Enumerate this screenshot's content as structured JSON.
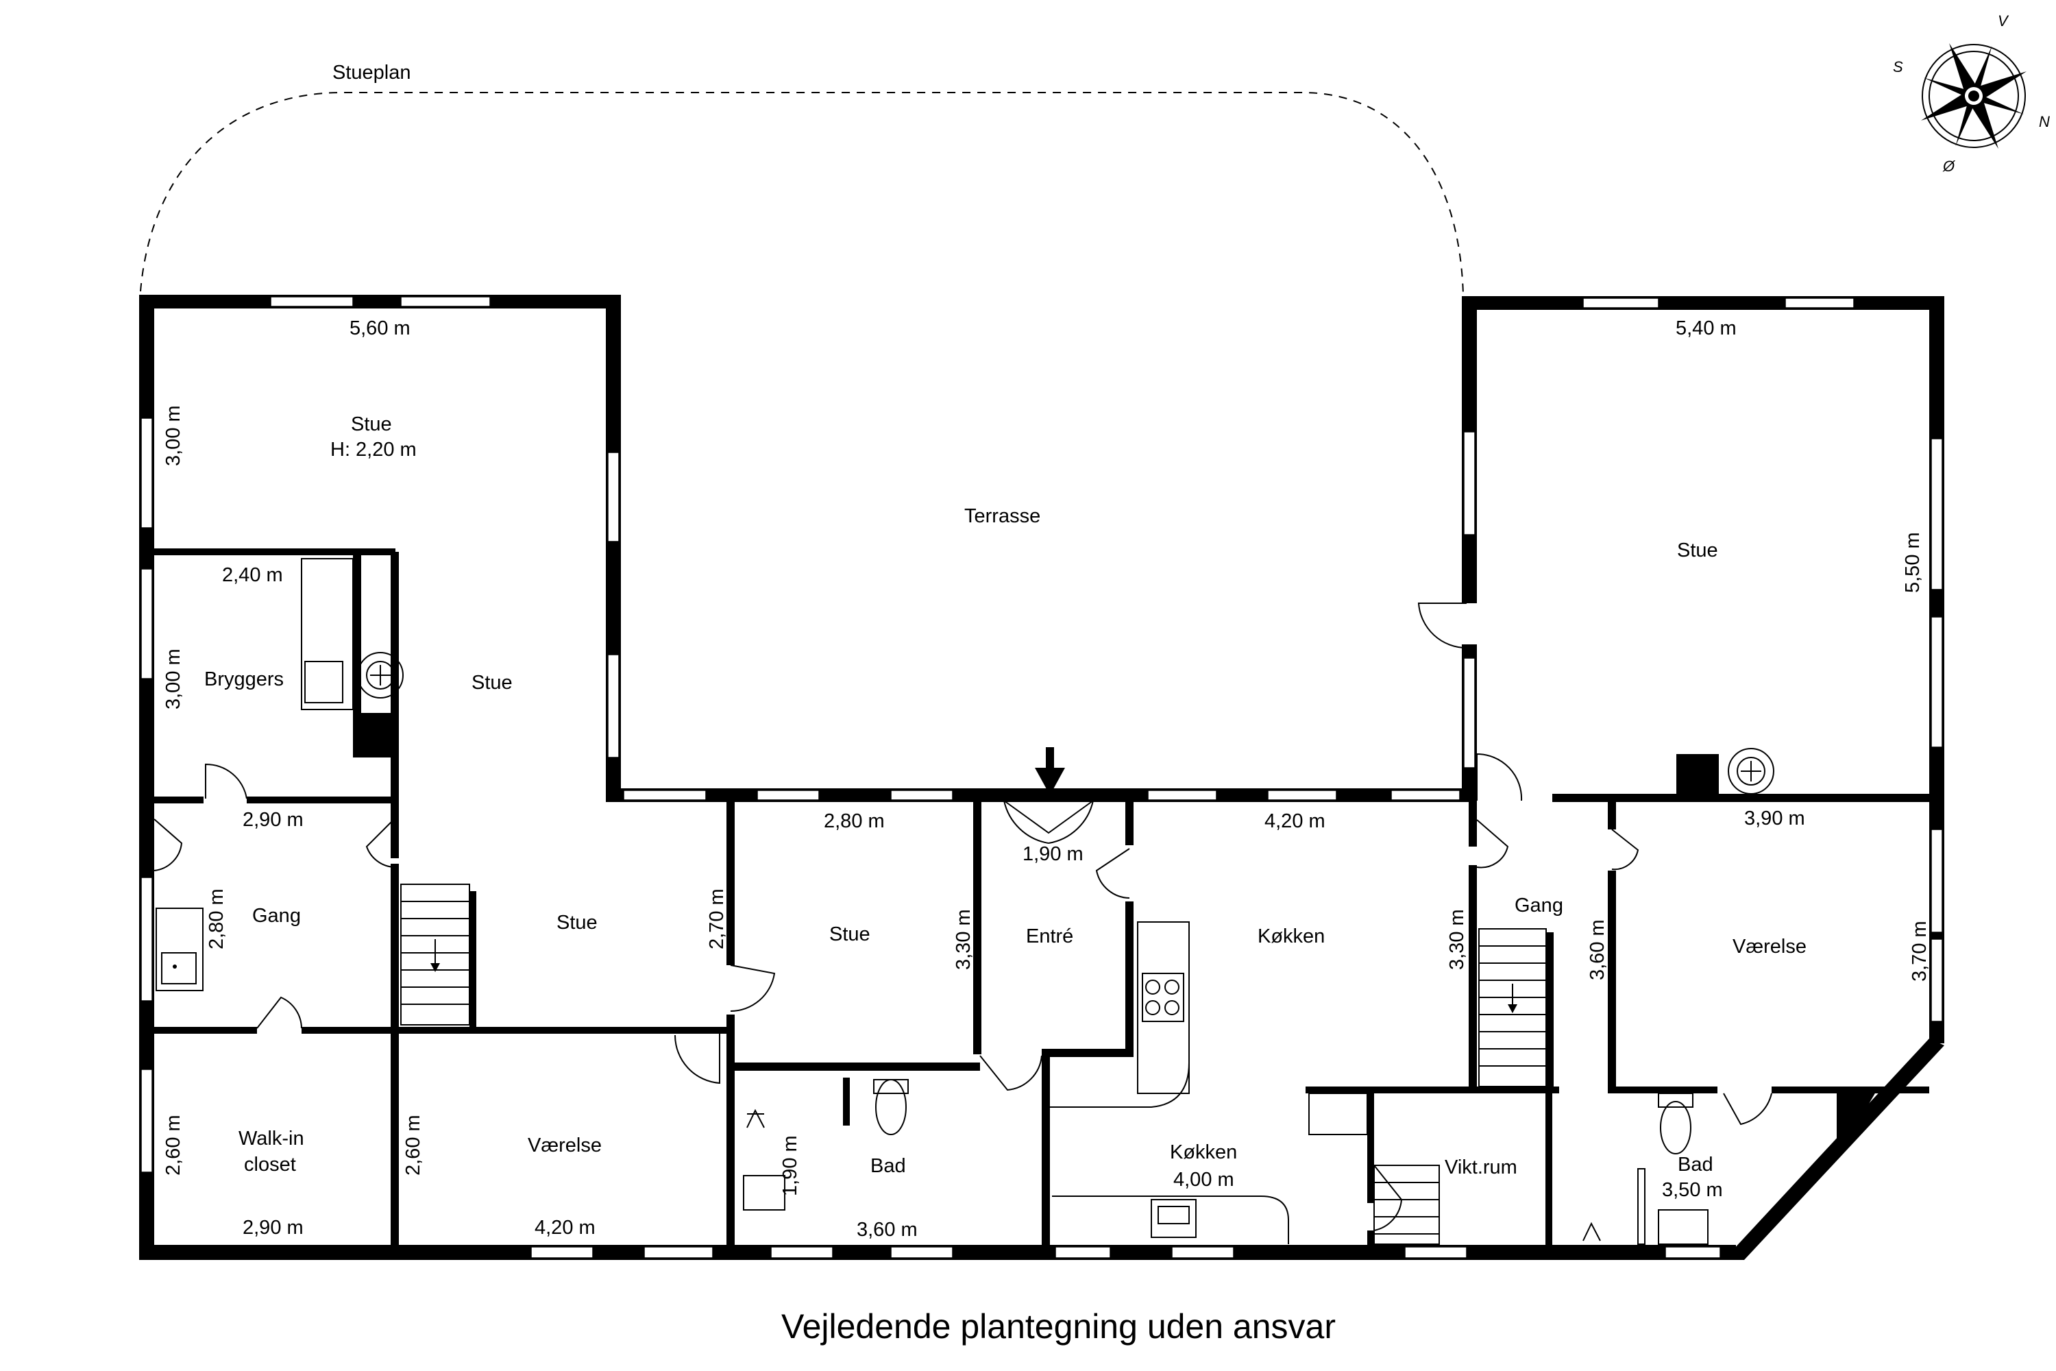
{
  "plan": {
    "floor_label": "Stueplan",
    "disclaimer": "Vejledende plantegning uden ansvar",
    "compass": {
      "S": "S",
      "V": "V",
      "N": "N",
      "O": "Ø"
    },
    "rooms": {
      "stue_top_left": "Stue",
      "stue_top_left_height": "H: 2,20 m",
      "terrasse": "Terrasse",
      "stue_right": "Stue",
      "bryggers": "Bryggers",
      "stue_mid": "Stue",
      "gang_left": "Gang",
      "stue_lower": "Stue",
      "stue_center": "Stue",
      "entre": "Entré",
      "kokken_upper": "Køkken",
      "gang_right": "Gang",
      "vaerelse_right": "Værelse",
      "walkin_line1": "Walk-in",
      "walkin_line2": "closet",
      "vaerelse_left": "Værelse",
      "bad_left": "Bad",
      "kokken_lower": "Køkken",
      "viktrum": "Vikt.rum",
      "bad_right": "Bad"
    },
    "dims": {
      "d560": "5,60 m",
      "d300a": "3,00 m",
      "d240": "2,40 m",
      "d300b": "3,00 m",
      "d290a": "2,90 m",
      "d280v": "2,80 m",
      "d270": "2,70 m",
      "d280": "2,80 m",
      "d330a": "3,30 m",
      "d190h": "1,90 m",
      "d420a": "4,20 m",
      "d330b": "3,30 m",
      "d360v": "3,60 m",
      "d390": "3,90 m",
      "d370": "3,70 m",
      "d540": "5,40 m",
      "d550": "5,50 m",
      "d260a": "2,60 m",
      "d290b": "2,90 m",
      "d260b": "2,60 m",
      "d420b": "4,20 m",
      "d190v": "1,90 m",
      "d360h": "3,60 m",
      "d400": "4,00 m",
      "d350": "3,50 m"
    }
  }
}
